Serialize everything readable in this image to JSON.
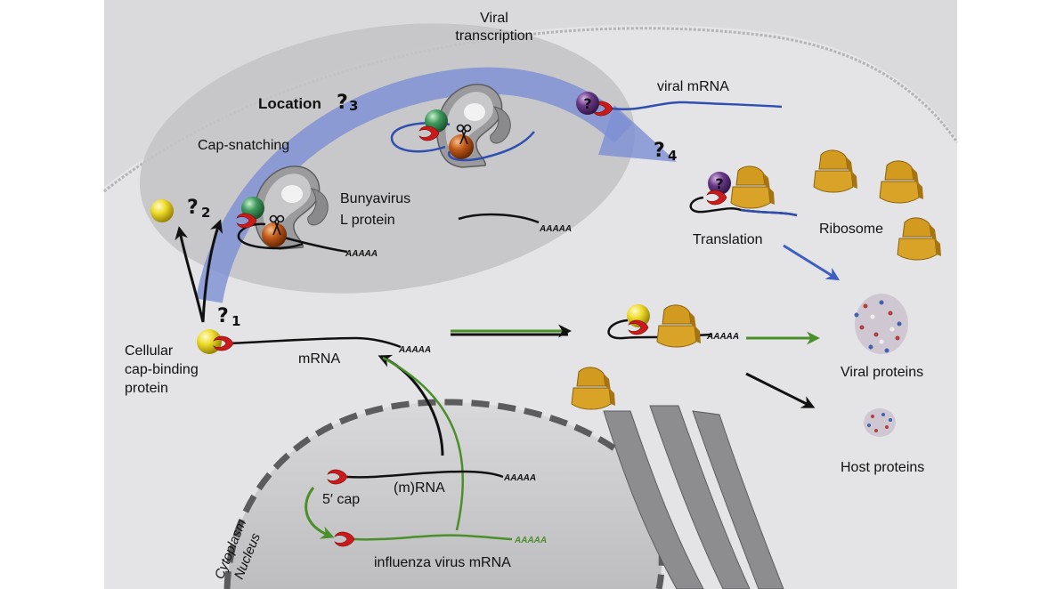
{
  "labels": {
    "viral_transcription_1": "Viral",
    "viral_transcription_2": "transcription",
    "viral_mrna": "viral mRNA",
    "location": "Location",
    "location_sub": "3",
    "cap_snatching": "Cap-snatching",
    "bunyavirus_1": "Bunyavirus",
    "bunyavirus_2": "L protein",
    "q2_sub": "2",
    "q1_sub": "1",
    "q4_sub": "4",
    "translation": "Translation",
    "ribosome": "Ribosome",
    "cellular_1": "Cellular",
    "cellular_2": "cap-binding",
    "cellular_3": "protein",
    "mrna": "mRNA",
    "viral_proteins": "Viral proteins",
    "host_proteins": "Host proteins",
    "five_cap": "5′ cap",
    "m_rna": "(m)RNA",
    "influenza_mrna": "influenza virus mRNA",
    "cytoplasm": "Cytoplasm",
    "nucleus": "Nucleus",
    "polyA": "AAAAA",
    "question": "?"
  },
  "colors": {
    "cell_bg": "#e4e4e6",
    "nucleus": "#cfcfd1",
    "region": "#c4c4c7",
    "blue_arrow": "#7d8fd4",
    "green": "#4a8f2a",
    "cap_red": "#cc1a1a",
    "yellow": "#e8d21a",
    "green_sphere": "#3f9a5c",
    "orange_sphere": "#c25a1a",
    "purple_sphere": "#6a3a88",
    "ribosome": "#d29a1e",
    "viral_rna_blue": "#2f4fb0"
  }
}
